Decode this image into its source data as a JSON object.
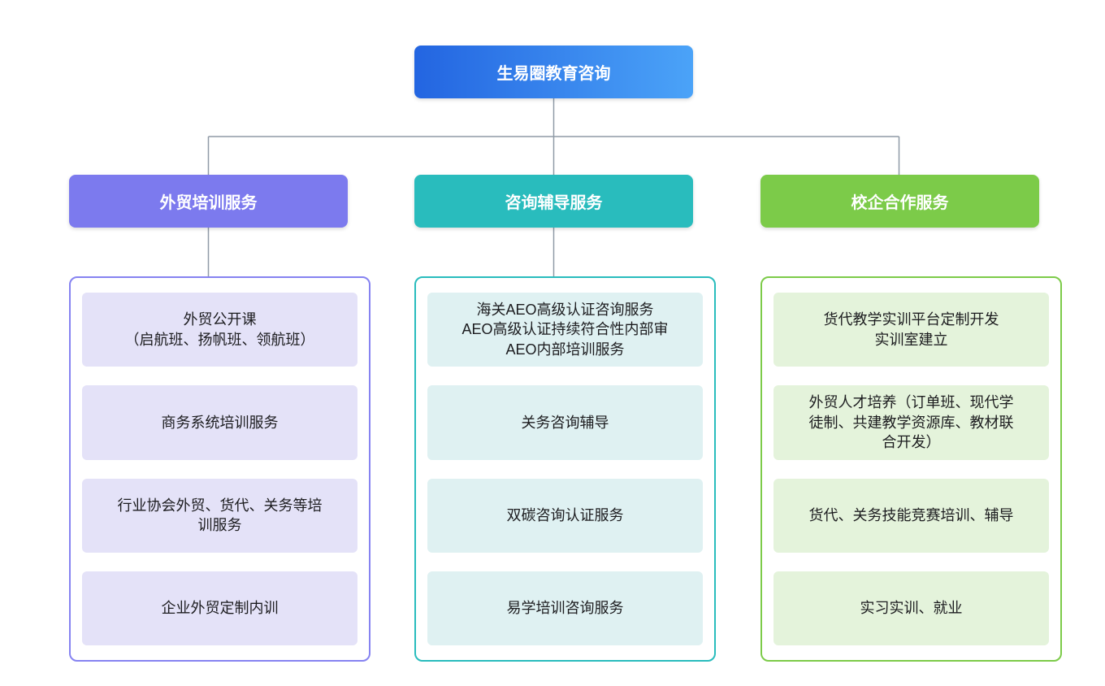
{
  "root": {
    "label": "生易圈教育咨询"
  },
  "branches": [
    {
      "label": "外贸培训服务",
      "theme": "purple",
      "items": [
        "外贸公开课\n（启航班、扬帆班、领航班）",
        "商务系统培训服务",
        "行业协会外贸、货代、关务等培\n训服务",
        "企业外贸定制内训"
      ]
    },
    {
      "label": "咨询辅导服务",
      "theme": "teal",
      "items": [
        "海关AEO高级认证咨询服务\nAEO高级认证持续符合性内部审\nAEO内部培训服务",
        "关务咨询辅导",
        "双碳咨询认证服务",
        "易学培训咨询服务"
      ]
    },
    {
      "label": "校企合作服务",
      "theme": "green",
      "items": [
        "货代教学实训平台定制开发\n实训室建立",
        "外贸人才培养（订单班、现代学\n徒制、共建教学资源库、教材联\n合开发）",
        "货代、关务技能竞赛培训、辅导",
        "实习实训、就业"
      ]
    }
  ],
  "colors": {
    "root_gradient_start": "#2365e1",
    "root_gradient_end": "#4ba3f8",
    "purple": "#7c7aee",
    "purple_border": "#8683f1",
    "purple_light": "#e4e2f8",
    "teal": "#29bcbd",
    "teal_light": "#dff1f2",
    "green": "#7ccb49",
    "green_light": "#e4f3db",
    "connector": "#8f9aa6",
    "item_text": "#1c1c1f"
  }
}
